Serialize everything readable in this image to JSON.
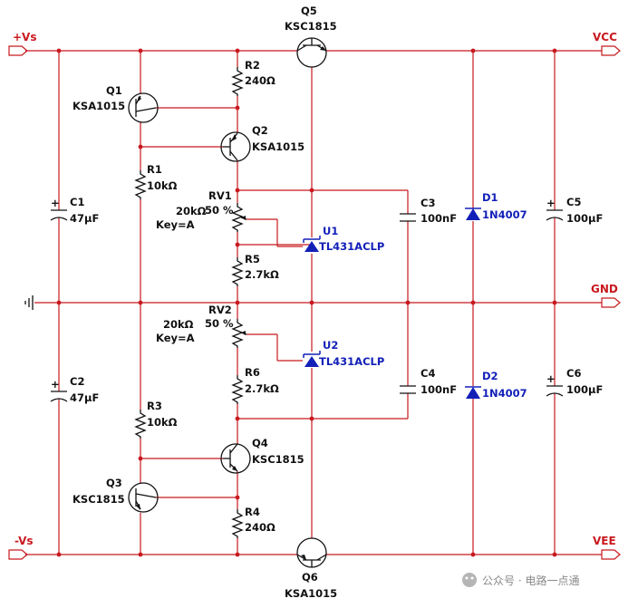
{
  "nets": {
    "vs_pos": "+Vs",
    "vcc": "VCC",
    "gnd": "GND",
    "vs_neg": "-Vs",
    "vee": "VEE"
  },
  "components": {
    "q1": {
      "ref": "Q1",
      "part": "KSA1015"
    },
    "q2": {
      "ref": "Q2",
      "part": "KSA1015"
    },
    "q3": {
      "ref": "Q3",
      "part": "KSC1815"
    },
    "q4": {
      "ref": "Q4",
      "part": "KSC1815"
    },
    "q5": {
      "ref": "Q5",
      "part": "KSC1815"
    },
    "q6": {
      "ref": "Q6",
      "part": "KSA1015"
    },
    "r1": {
      "ref": "R1",
      "value": "10kΩ"
    },
    "r2": {
      "ref": "R2",
      "value": "240Ω"
    },
    "r3": {
      "ref": "R3",
      "value": "10kΩ"
    },
    "r4": {
      "ref": "R4",
      "value": "240Ω"
    },
    "r5": {
      "ref": "R5",
      "value": "2.7kΩ"
    },
    "r6": {
      "ref": "R6",
      "value": "2.7kΩ"
    },
    "rv1": {
      "ref": "RV1",
      "value": "20kΩ",
      "percent": "50 %",
      "key": "Key=A"
    },
    "rv2": {
      "ref": "RV2",
      "value": "20kΩ",
      "percent": "50 %",
      "key": "Key=A"
    },
    "c1": {
      "ref": "C1",
      "value": "47µF"
    },
    "c2": {
      "ref": "C2",
      "value": "47µF"
    },
    "c3": {
      "ref": "C3",
      "value": "100nF"
    },
    "c4": {
      "ref": "C4",
      "value": "100nF"
    },
    "c5": {
      "ref": "C5",
      "value": "100µF"
    },
    "c6": {
      "ref": "C6",
      "value": "100µF"
    },
    "u1": {
      "ref": "U1",
      "part": "TL431ACLP"
    },
    "u2": {
      "ref": "U2",
      "part": "TL431ACLP"
    },
    "d1": {
      "ref": "D1",
      "part": "1N4007"
    },
    "d2": {
      "ref": "D2",
      "part": "1N4007"
    }
  },
  "watermark": "公众号 · 电路一点通",
  "colors": {
    "wire": "#c8191f",
    "component": "#111111",
    "semiconductor": "#1320b8",
    "background": "#ffffff"
  }
}
